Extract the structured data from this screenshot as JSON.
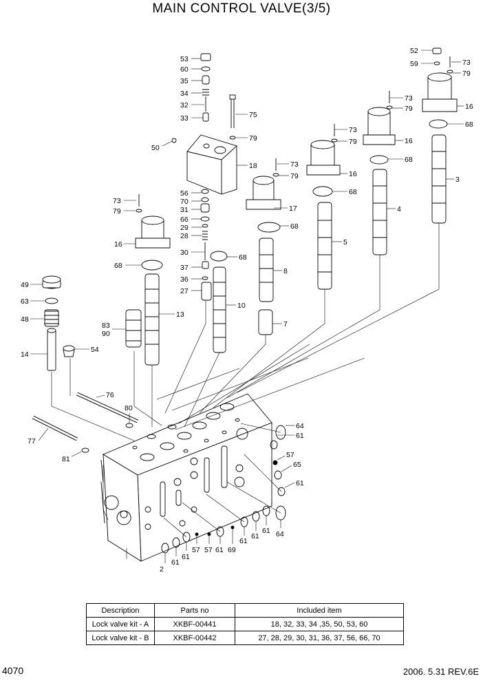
{
  "title": "MAIN CONTROL VALVE(3/5)",
  "page_number": "4070",
  "revision": "2006. 5.31  REV.6E",
  "callouts": [
    {
      "t": "53"
    },
    {
      "t": "60"
    },
    {
      "t": "35"
    },
    {
      "t": "34"
    },
    {
      "t": "32"
    },
    {
      "t": "33"
    },
    {
      "t": "75"
    },
    {
      "t": "79"
    },
    {
      "t": "50"
    },
    {
      "t": "18"
    },
    {
      "t": "73"
    },
    {
      "t": "79"
    },
    {
      "t": "17"
    },
    {
      "t": "68"
    },
    {
      "t": "56"
    },
    {
      "t": "70"
    },
    {
      "t": "31"
    },
    {
      "t": "66"
    },
    {
      "t": "29"
    },
    {
      "t": "28"
    },
    {
      "t": "30"
    },
    {
      "t": "68"
    },
    {
      "t": "37"
    },
    {
      "t": "36"
    },
    {
      "t": "27"
    },
    {
      "t": "10"
    },
    {
      "t": "8"
    },
    {
      "t": "7"
    },
    {
      "t": "73"
    },
    {
      "t": "79"
    },
    {
      "t": "16"
    },
    {
      "t": "68"
    },
    {
      "t": "49"
    },
    {
      "t": "63"
    },
    {
      "t": "48"
    },
    {
      "t": "14"
    },
    {
      "t": "54"
    },
    {
      "t": "13"
    },
    {
      "t": "83"
    },
    {
      "t": "90"
    },
    {
      "t": "73"
    },
    {
      "t": "79"
    },
    {
      "t": "16"
    },
    {
      "t": "68"
    },
    {
      "t": "5"
    },
    {
      "t": "73"
    },
    {
      "t": "79"
    },
    {
      "t": "16"
    },
    {
      "t": "68"
    },
    {
      "t": "4"
    },
    {
      "t": "52"
    },
    {
      "t": "59"
    },
    {
      "t": "73"
    },
    {
      "t": "79"
    },
    {
      "t": "16"
    },
    {
      "t": "68"
    },
    {
      "t": "3"
    },
    {
      "t": "76"
    },
    {
      "t": "80"
    },
    {
      "t": "77"
    },
    {
      "t": "81"
    },
    {
      "t": "64"
    },
    {
      "t": "61"
    },
    {
      "t": "57"
    },
    {
      "t": "65"
    },
    {
      "t": "61"
    },
    {
      "t": "64"
    },
    {
      "t": "61"
    },
    {
      "t": "61"
    },
    {
      "t": "69"
    },
    {
      "t": "61"
    },
    {
      "t": "57"
    },
    {
      "t": "57"
    },
    {
      "t": "61"
    },
    {
      "t": "61"
    },
    {
      "t": "61"
    },
    {
      "t": "2"
    }
  ],
  "kits_table": {
    "headers": [
      "Description",
      "Parts no",
      "Included item"
    ],
    "rows": [
      [
        "Lock valve kit - A",
        "XKBF-00441",
        "18, 32, 33, 34 ,35, 50, 53, 60"
      ],
      [
        "Lock valve kit - B",
        "XKBF-00442",
        "27, 28, 29, 30, 31, 36, 37, 56, 66, 70"
      ]
    ]
  }
}
